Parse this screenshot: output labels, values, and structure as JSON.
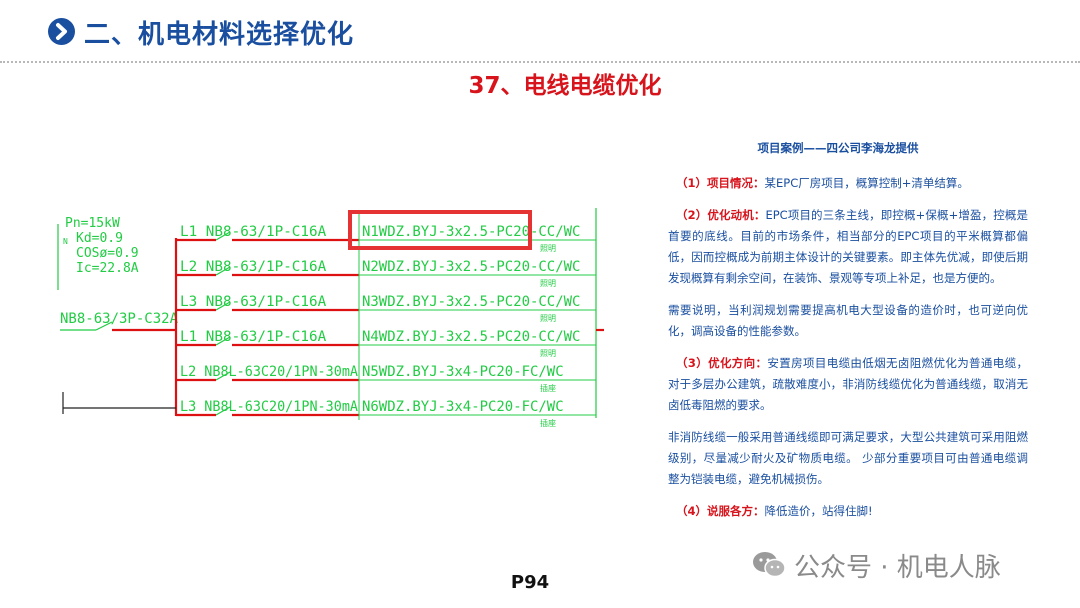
{
  "header": {
    "section_title": "二、机电材料选择优化"
  },
  "slide": {
    "title": "37、电线电缆优化"
  },
  "diagram": {
    "params": [
      "Pn=15kW",
      "Kd=0.9",
      "COSø=0.9",
      "Ic=22.8A"
    ],
    "main_breaker": "NB8-63/3P-C32A",
    "circuits": [
      {
        "breaker": "L1 NB8-63/1P-C16A",
        "cable": "N1WDZ.BYJ-3x2.5-PC20-CC/WC",
        "load": "照明"
      },
      {
        "breaker": "L2 NB8-63/1P-C16A",
        "cable": "N2WDZ.BYJ-3x2.5-PC20-CC/WC",
        "load": "照明"
      },
      {
        "breaker": "L3 NB8-63/1P-C16A",
        "cable": "N3WDZ.BYJ-3x2.5-PC20-CC/WC",
        "load": "照明"
      },
      {
        "breaker": "L1 NB8-63/1P-C16A",
        "cable": "N4WDZ.BYJ-3x2.5-PC20-CC/WC",
        "load": "照明"
      },
      {
        "breaker": "L2 NB8L-63C20/1PN-30mA",
        "cable": "N5WDZ.BYJ-3x4-PC20-FC/WC",
        "load": "插座"
      },
      {
        "breaker": "L3 NB8L-63C20/1PN-30mA",
        "cable": "N6WDZ.BYJ-3x4-PC20-FC/WC",
        "load": "插座"
      }
    ],
    "highlight_color": "#e53333",
    "line_color": "#22cc44",
    "bus_color": "#dd1111"
  },
  "text": {
    "case_title": "项目案例——四公司李海龙提供",
    "p1_label": "（1）项目情况：",
    "p1": "某EPC厂房项目，概算控制+清单结算。",
    "p2_label": "（2）优化动机：",
    "p2": "EPC项目的三条主线，即控概+保概+增盈，控概是首要的底线。目前的市场条件，相当部分的EPC项目的平米概算都偏低，因而控概成为前期主体设计的关键要素。即主体先优减，即使后期发现概算有剩余空间，在装饰、景观等专项上补足，也是方便的。",
    "p3": "需要说明，当利润规划需要提高机电大型设备的造价时，也可逆向优化，调高设备的性能参数。",
    "p4_label": "（3）优化方向：",
    "p4": "安置房项目电缆由低烟无卤阻燃优化为普通电缆，对于多层办公建筑，疏散难度小，非消防线缆优化为普通线缆，取消无卤低毒阻燃的要求。",
    "p5": "非消防线缆一般采用普通线缆即可满足要求，大型公共建筑可采用阻燃级别，尽量减少耐火及矿物质电缆。 少部分重要项目可由普通电缆调整为铠装电缆，避免机械损伤。",
    "p6_label": "（4）说服各方：",
    "p6": "降低造价，站得住脚!"
  },
  "footer": {
    "page": "P94",
    "watermark": "公众号 · 机电人脉"
  },
  "colors": {
    "brand_blue": "#1a4fa0",
    "accent_red": "#d7141c"
  }
}
